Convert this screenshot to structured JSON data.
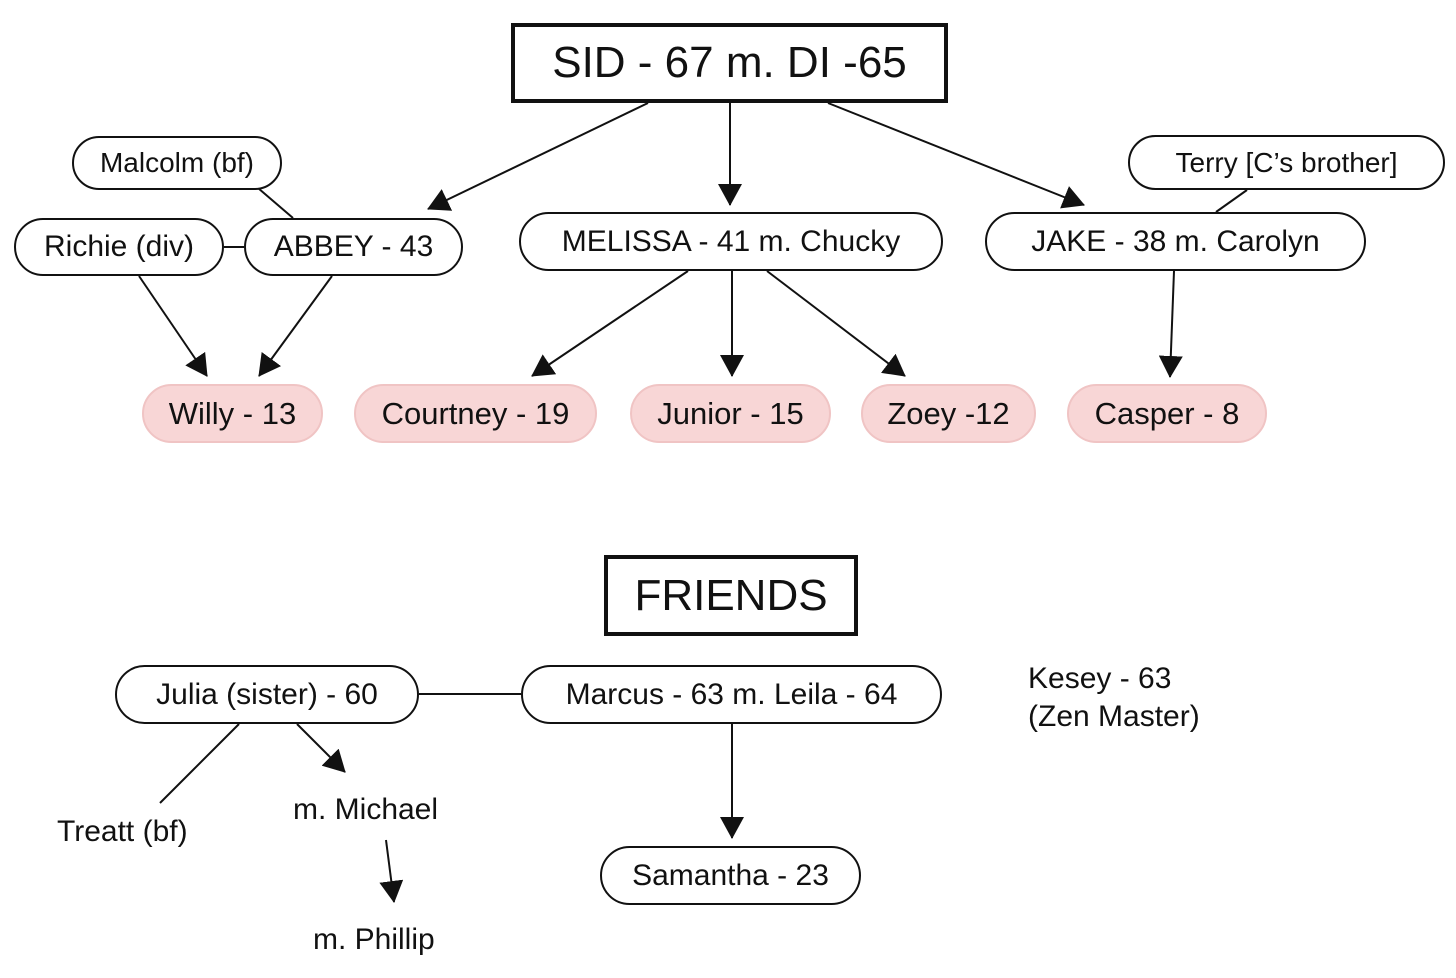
{
  "family": {
    "head": "SID - 67  m. DI -65",
    "abbey_partner_bf": "Malcolm (bf)",
    "abbey_ex": "Richie (div)",
    "abbey": "ABBEY - 43",
    "melissa": "MELISSA - 41  m. Chucky",
    "jake_in_law": "Terry [C’s brother]",
    "jake": "JAKE  - 38  m. Carolyn",
    "grandchildren": [
      "Willy - 13",
      "Courtney - 19",
      "Junior - 15",
      "Zoey -12",
      "Casper - 8"
    ]
  },
  "friends": {
    "header": "FRIENDS",
    "julia": "Julia (sister) - 60",
    "marcus": "Marcus - 63  m. Leila - 64",
    "samantha": "Samantha - 23",
    "treatt": "Treatt (bf)",
    "michael": "m. Michael",
    "phillip": "m. Phillip",
    "kesey_line1": "Kesey - 63",
    "kesey_line2": "(Zen Master)"
  },
  "colors": {
    "line": "#111111",
    "child_fill": "#f8d6d6",
    "child_border": "#f0c4c4"
  }
}
